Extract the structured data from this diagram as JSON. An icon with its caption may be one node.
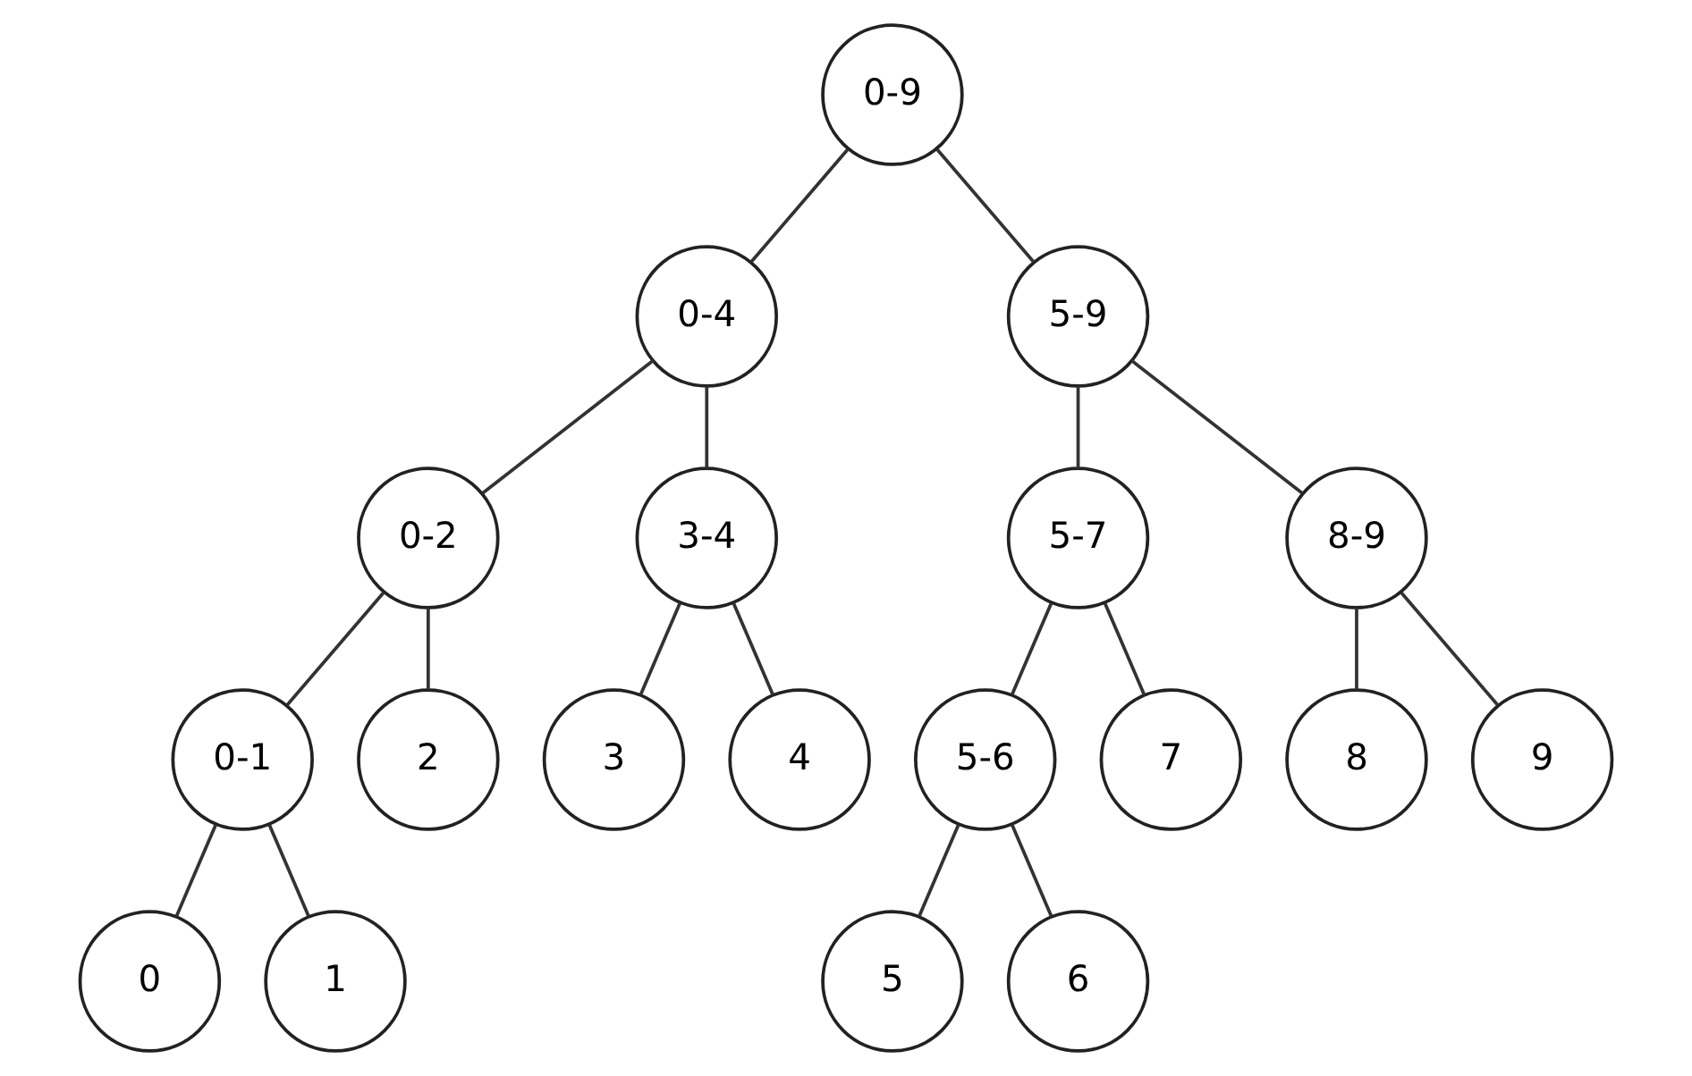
{
  "diagram": {
    "nodes": [
      {
        "text": [
          "0-9"
        ]
      },
      {
        "text": [
          "0-4"
        ]
      },
      {
        "text": [
          "5-9"
        ]
      },
      {
        "text": [
          "0-2"
        ]
      },
      {
        "text": [
          "3-4"
        ]
      },
      {
        "text": [
          "5-7"
        ]
      },
      {
        "text": [
          "8-9"
        ]
      },
      {
        "text": [
          "0-1"
        ]
      },
      {
        "text": [
          "2"
        ]
      },
      {
        "text": [
          "3"
        ]
      },
      {
        "text": [
          "4"
        ]
      },
      {
        "text": [
          "5-6"
        ]
      },
      {
        "text": [
          "7"
        ]
      },
      {
        "text": [
          "8"
        ]
      },
      {
        "text": [
          "9"
        ]
      },
      {
        "text": [
          "0"
        ]
      },
      {
        "text": [
          "1"
        ]
      },
      {
        "text": [
          "5"
        ]
      },
      {
        "text": [
          "6"
        ]
      }
    ],
    "edges": [
      {
        "from": 0,
        "to": 1,
        "arrow": "none"
      },
      {
        "from": 0,
        "to": 2,
        "arrow": "none"
      },
      {
        "from": 1,
        "to": 3,
        "arrow": "none"
      },
      {
        "from": 1,
        "to": 4,
        "arrow": "none"
      },
      {
        "from": 2,
        "to": 5,
        "arrow": "none"
      },
      {
        "from": 2,
        "to": 6,
        "arrow": "none"
      },
      {
        "from": 3,
        "to": 7,
        "arrow": "none"
      },
      {
        "from": 3,
        "to": 8,
        "arrow": "none"
      },
      {
        "from": 4,
        "to": 9,
        "arrow": "none"
      },
      {
        "from": 4,
        "to": 10,
        "arrow": "none"
      },
      {
        "from": 5,
        "to": 11,
        "arrow": "none"
      },
      {
        "from": 5,
        "to": 12,
        "arrow": "none"
      },
      {
        "from": 6,
        "to": 13,
        "arrow": "none"
      },
      {
        "from": 6,
        "to": 14,
        "arrow": "none"
      },
      {
        "from": 7,
        "to": 15,
        "arrow": "none"
      },
      {
        "from": 7,
        "to": 16,
        "arrow": "none"
      },
      {
        "from": 11,
        "to": 17,
        "arrow": "none"
      },
      {
        "from": 11,
        "to": 18,
        "arrow": "none"
      }
    ]
  }
}
